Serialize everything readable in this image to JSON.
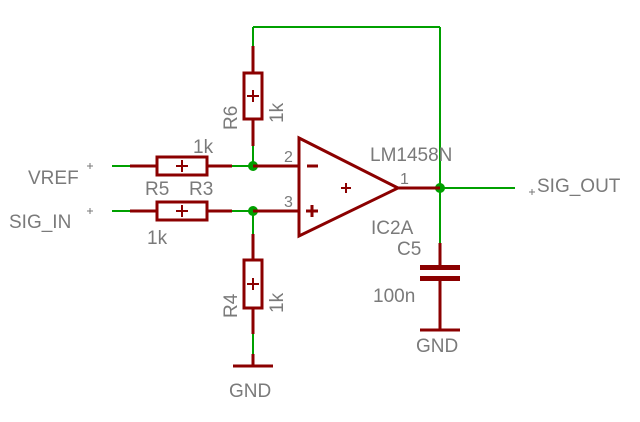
{
  "nets": {
    "vref": "VREF",
    "sig_in": "SIG_IN",
    "sig_out": "SIG_OUT",
    "gnd1": "GND",
    "gnd2": "GND"
  },
  "components": {
    "r3": {
      "name": "R3",
      "value": "1k"
    },
    "r5": {
      "name": "R5",
      "value": "1k"
    },
    "r6": {
      "name": "R6",
      "value": "1k"
    },
    "r4": {
      "name": "R4",
      "value": "1k"
    },
    "c5": {
      "name": "C5",
      "value": "100n"
    },
    "ic": {
      "name": "IC2A",
      "value": "LM1458N"
    }
  },
  "pins": {
    "pin2": "2",
    "pin3": "3",
    "pin1": "1"
  },
  "colors": {
    "wire": "#00a000",
    "component": "#8b0000",
    "label": "#7a7a7a"
  }
}
